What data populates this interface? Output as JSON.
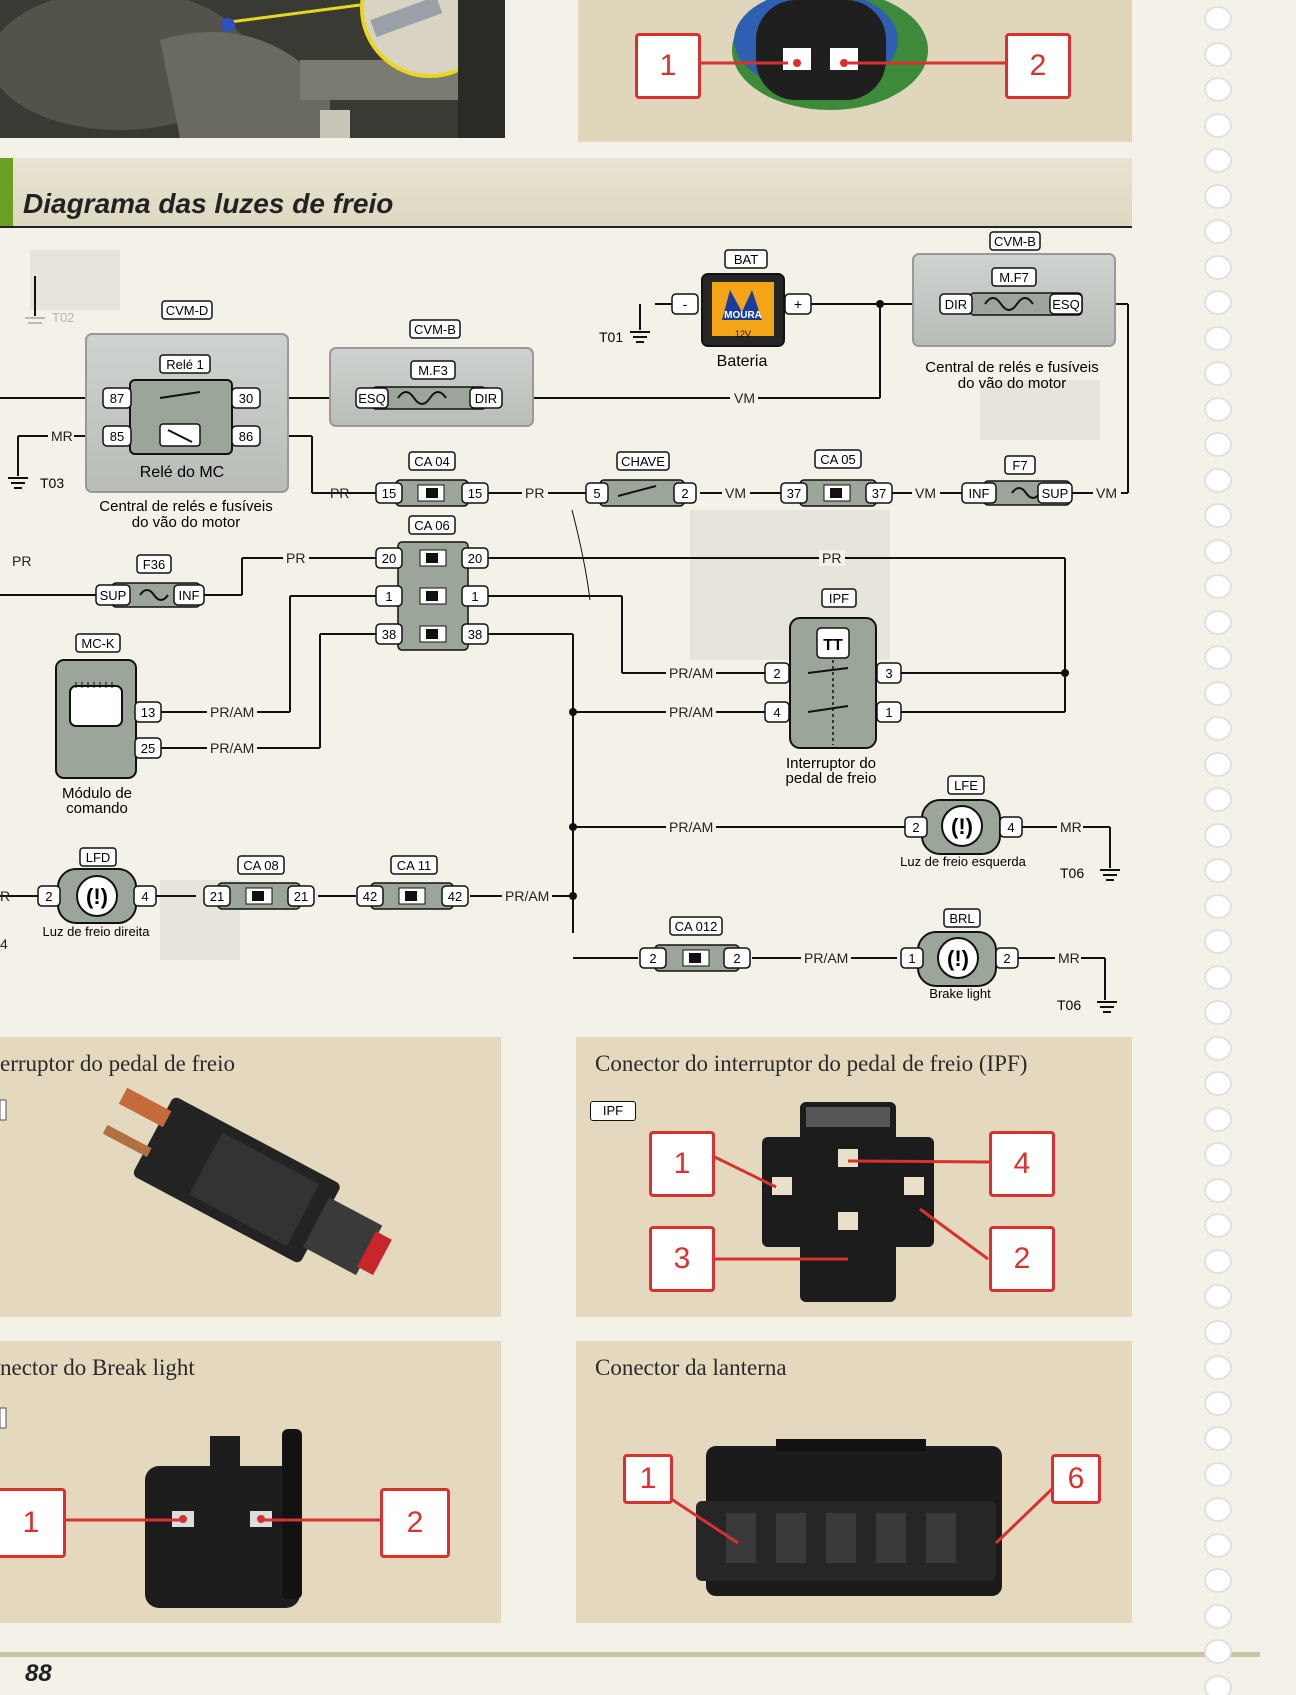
{
  "page": {
    "number": "88"
  },
  "section": {
    "title": "Diagrama das luzes de freio"
  },
  "top_photos": {
    "right_callouts": [
      "1",
      "2"
    ]
  },
  "diagram": {
    "battery": {
      "tag": "BAT",
      "label": "Bateria",
      "brand": "MOURA",
      "voltage": "12V",
      "neg": "-",
      "pos": "+"
    },
    "ground_t01": "T01",
    "ground_t02": "T02",
    "ground_t03": "T03",
    "ground_t06a": "T06",
    "ground_t06b": "T06",
    "cvmb_fuse_box": {
      "tag": "CVM-B",
      "fuse": "M.F7",
      "left": "DIR",
      "right": "ESQ",
      "caption_line1": "Central de relés e fusíveis",
      "caption_line2": "do vão do motor"
    },
    "cvmb_mf3": {
      "tag": "CVM-B",
      "fuse": "M.F3",
      "left": "ESQ",
      "right": "DIR"
    },
    "cvmd": {
      "tag": "CVM-D",
      "relay": "Relé 1",
      "pins": [
        "87",
        "30",
        "85",
        "86"
      ],
      "relay_label": "Relé do MC",
      "caption_line1": "Central de relés e fusíveis",
      "caption_line2": "do vão do motor"
    },
    "wire_labels": {
      "vm1": "VM",
      "mr1": "MR",
      "pr1": "PR",
      "pr2": "PR",
      "vm2": "VM",
      "vm3": "VM",
      "vm4": "VM",
      "pr3": "PR",
      "pr4": "PR",
      "pr5": "PR",
      "pram1": "PR/AM",
      "pram2": "PR/AM",
      "pram3": "PR/AM",
      "pram4": "PR/AM",
      "pram5": "PR/AM",
      "pram6": "PR/AM",
      "pram7": "PR/AM",
      "mr2": "MR",
      "mr3": "MR",
      "r_edge": "R",
      "four_edge": "4"
    },
    "ca04": {
      "tag": "CA 04",
      "pin": "15"
    },
    "chave": {
      "tag": "CHAVE",
      "pin_a": "5",
      "pin_b": "2"
    },
    "ca05": {
      "tag": "CA 05",
      "pin": "37"
    },
    "f7": {
      "tag": "F7",
      "left": "INF",
      "right": "SUP"
    },
    "ca06": {
      "tag": "CA 06",
      "pins": [
        "20",
        "1",
        "38"
      ]
    },
    "f36": {
      "tag": "F36",
      "left": "SUP",
      "right": "INF"
    },
    "mck": {
      "tag": "MC-K",
      "pins": [
        "13",
        "25"
      ],
      "caption_line1": "Módulo de",
      "caption_line2": "comando"
    },
    "ipf": {
      "tag": "IPF",
      "pins": [
        "2",
        "4",
        "3",
        "1"
      ],
      "caption_line1": "Interruptor do",
      "caption_line2": "pedal de freio"
    },
    "lfe": {
      "tag": "LFE",
      "pins": [
        "2",
        "4"
      ],
      "caption": "Luz de freio esquerda"
    },
    "lfd": {
      "tag": "LFD",
      "pins": [
        "2",
        "4"
      ],
      "caption": "Luz de freio direita"
    },
    "ca08": {
      "tag": "CA 08",
      "pin": "21"
    },
    "ca11": {
      "tag": "CA 11",
      "pin": "42"
    },
    "ca012": {
      "tag": "CA 012",
      "pin": "2"
    },
    "brl": {
      "tag": "BRL",
      "pins": [
        "1",
        "2"
      ],
      "caption": "Brake light"
    }
  },
  "panels": {
    "switch_photo": {
      "title": "erruptor do pedal de freio"
    },
    "ipf_connector": {
      "title": "Conector do interruptor do pedal de freio (IPF)",
      "tag": "IPF",
      "callouts": [
        "1",
        "4",
        "3",
        "2"
      ]
    },
    "brake_light_connector": {
      "title": "nector do Break light",
      "callouts": [
        "1",
        "2"
      ]
    },
    "lantern_connector": {
      "title": "Conector da lanterna",
      "callouts": [
        "1",
        "6"
      ]
    }
  }
}
